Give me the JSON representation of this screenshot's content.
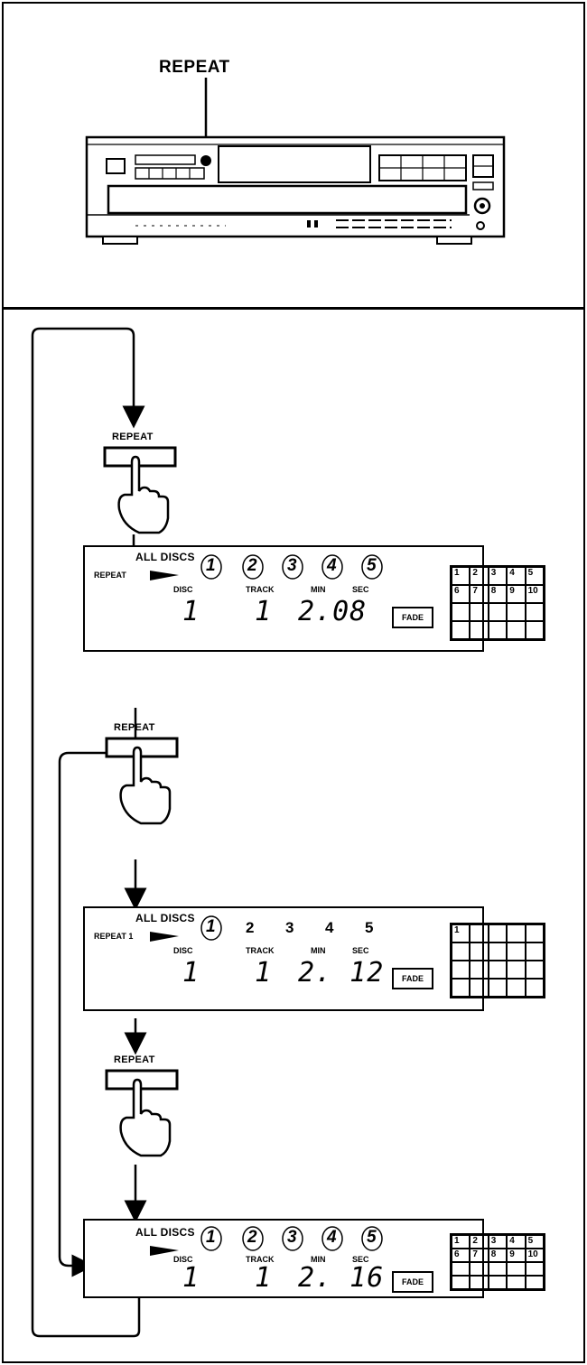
{
  "device_label": "REPEAT",
  "steps": [
    {
      "button_label": "REPEAT",
      "repeat_mode": "REPEAT",
      "all_discs": "ALL DISCS",
      "discs": [
        "1",
        "2",
        "3",
        "4",
        "5"
      ],
      "disc_heading": "DISC",
      "track_heading": "TRACK",
      "min_heading": "MIN",
      "sec_heading": "SEC",
      "disc_value": "1",
      "track_value": "1",
      "time_value": "2.08",
      "fade": "FADE",
      "track_grid": [
        "1",
        "2",
        "3",
        "4",
        "5",
        "6",
        "7",
        "8",
        "9",
        "10"
      ]
    },
    {
      "button_label": "REPEAT",
      "repeat_mode": "REPEAT 1",
      "all_discs": "ALL DISCS",
      "discs": [
        "1",
        "2",
        "3",
        "4",
        "5"
      ],
      "disc_heading": "DISC",
      "track_heading": "TRACK",
      "min_heading": "MIN",
      "sec_heading": "SEC",
      "disc_value": "1",
      "track_value": "1",
      "time_value": "2. 12",
      "fade": "FADE",
      "track_grid": [
        "1"
      ]
    },
    {
      "button_label": "REPEAT",
      "repeat_mode": "",
      "all_discs": "ALL DISCS",
      "discs": [
        "1",
        "2",
        "3",
        "4",
        "5"
      ],
      "disc_heading": "DISC",
      "track_heading": "TRACK",
      "min_heading": "MIN",
      "sec_heading": "SEC",
      "disc_value": "1",
      "track_value": "1",
      "time_value": "2. 16",
      "fade": "FADE",
      "track_grid": [
        "1",
        "2",
        "3",
        "4",
        "5",
        "6",
        "7",
        "8",
        "9",
        "10"
      ]
    }
  ]
}
